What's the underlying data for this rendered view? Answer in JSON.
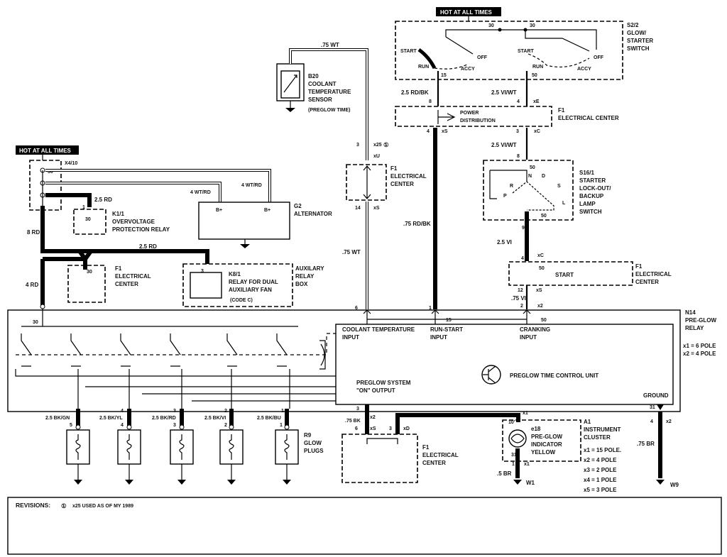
{
  "hot_labels": {
    "top": "HOT AT ALL TIMES",
    "left": "HOT AT ALL TIMES"
  },
  "switch": {
    "ref": "S2/2",
    "name1": "GLOW/",
    "name2": "STARTER",
    "name3": "SWITCH",
    "t30a": "30",
    "t30b": "30",
    "start1": "START",
    "run1": "RUN",
    "off1": "OFF",
    "accy1": "ACCY",
    "t15": "15",
    "start2": "START",
    "run2": "RUN",
    "off2": "OFF",
    "accy2": "ACCY",
    "t50": "50"
  },
  "sensor": {
    "ref": "B20",
    "name1": "COOLANT",
    "name2": "TEMPERATURE",
    "name3": "SENSOR",
    "name4": "(PREGLOW TIME)",
    "wire": ".75 WT"
  },
  "power_dist": {
    "ref": "F1",
    "name": "ELECTRICAL CENTER",
    "inner1": "POWER",
    "inner2": "DISTRIBUTION",
    "pin8": "8",
    "pin4a": "4",
    "pin4b": "4",
    "pin3": "3",
    "xE": "xE",
    "xS": "xS",
    "xC": "xC",
    "wire_left": "2.5 RD/BK",
    "wire_right": "2.5 VI/WT"
  },
  "lockout": {
    "ref": "S16/1",
    "name1": "STARTER",
    "name2": "LOCK-OUT/",
    "name3": "BACKUP",
    "name4": "LAMP",
    "name5": "SWITCH",
    "wire": "2.5 VI/WT",
    "pin8": "8",
    "p50a": "50",
    "p50b": "50",
    "N": "N",
    "D": "D",
    "R": "R",
    "S": "S",
    "P": "P",
    "L": "L",
    "pin9": "9",
    "wire_below": "2.5 VI",
    "pin4": "4",
    "xC": "xC"
  },
  "center_mid": {
    "ref": "F1",
    "name1": "ELECTRICAL",
    "name2": "CENTER",
    "pin3": "3",
    "pin14": "14",
    "x25": "x25",
    "circle": "①",
    "xU": "xU",
    "xS": "xS",
    "wire": ".75 WT",
    "wire_rdbk": ".75 RD/BK"
  },
  "start_center": {
    "label": "START",
    "pin50": "50",
    "ref": "F1",
    "name1": "ELECTRICAL",
    "name2": "CENTER",
    "pin12": "12",
    "xS": "xS",
    "wire": ".75 VI",
    "pin2": "2",
    "x2": "x2"
  },
  "left_side": {
    "x4_10": "X4/10",
    "t30": "30",
    "wire_25rd": "2.5 RD",
    "relay_ref": "K1/1",
    "relay1": "OVERVOLTAGE",
    "relay2": "PROTECTION RELAY",
    "relay_pin1": "1",
    "relay_pin30": "30",
    "wt_rd_1": "4 WT/RD",
    "wt_rd_2": "4 WT/RD",
    "alt_ref": "G2",
    "alt_name": "ALTERNATOR",
    "b1": "B+",
    "b2": "B+",
    "wire_8rd": "8 RD",
    "wire_25rd_b": "2.5 RD",
    "f1_ref": "F1",
    "f1_name1": "ELECTRICAL",
    "f1_name2": "CENTER",
    "f1_pin30": "30",
    "wire_4rd": "4 RD",
    "k8_pin3": "3",
    "k8_ref": "K8/1",
    "k8_1": "RELAY FOR DUAL",
    "k8_2": "AUXILIARY FAN",
    "k8_3": "(CODE C)",
    "aux1": "AUXILARY",
    "aux2": "RELAY",
    "aux3": "BOX"
  },
  "relay_n14": {
    "ref": "N14",
    "name1": "PRE-GLOW",
    "name2": "RELAY",
    "x1": "x1 = 6 POLE",
    "x2": "x2 = 4 POLE",
    "pin30": "30",
    "pin6": "6",
    "pin1": "1",
    "pin15": "15",
    "pin2": "2",
    "pin50": "50",
    "coolant1": "COOLANT TEMPERATURE",
    "coolant2": "INPUT",
    "run1": "RUN-START",
    "run2": "INPUT",
    "crank1": "CRANKING",
    "crank2": "INPUT",
    "unit": "PREGLOW TIME CONTROL UNIT",
    "out1": "PREGLOW SYSTEM",
    "out2": "\"ON\" OUTPUT",
    "ground": "GROUND",
    "pin31": "31"
  },
  "plugs": [
    {
      "wire": "2.5 BK/GN",
      "pin_top": "",
      "pin": "5"
    },
    {
      "wire": "2.5 BK/YL",
      "pin_top": "4",
      "pin": "4"
    },
    {
      "wire": "2.5 BK/RD",
      "pin_top": "3",
      "pin": "3"
    },
    {
      "wire": "2.5 BK/VI",
      "pin_top": "2",
      "pin": "2"
    },
    {
      "wire": "2.5 BK/BU",
      "pin_top": "1",
      "pin": "1"
    }
  ],
  "plugs_label": {
    "ref": "R9",
    "name1": "GLOW",
    "name2": "PLUGS"
  },
  "lower_center": {
    "pin3": "3",
    "wire": ".75 BK",
    "x2": "x2",
    "pin6": "6",
    "xS": "xS",
    "pin3b": "3",
    "xD": "xD",
    "ref": "F1",
    "name1": "ELECTRICAL",
    "name2": "CENTER"
  },
  "cluster": {
    "x1": "x1",
    "pin10": "10'",
    "e18": "e18",
    "n1": "PRE-GLOW",
    "n2": "INDICATOR",
    "n3": "YELLOW",
    "pin31": "31",
    "pin1": "1",
    "wire": ".5 BR",
    "x1b": "x1",
    "gnd": "W1",
    "ref": "A1",
    "name1": "INSTRUMENT",
    "name2": "CLUSTER",
    "p1": "x1 = 15 POLE.",
    "p2": "x2 = 4 POLE",
    "p3": "x3 = 2 POLE",
    "p4": "x4 = 1 POLE",
    "p5": "x5 = 3 POLE"
  },
  "ground_right": {
    "pin4": "4",
    "x2": "x2",
    "wire": ".75 BR",
    "gnd": "W9"
  },
  "revisions": {
    "label": "REVISIONS:",
    "circle": "①",
    "text": "x25 USED AS OF MY 1989"
  }
}
